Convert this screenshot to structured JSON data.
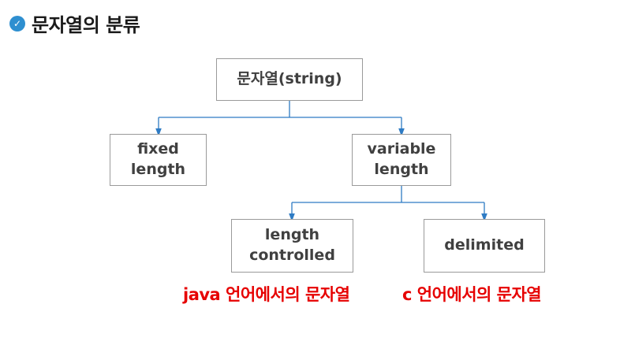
{
  "header": {
    "check_icon": "check-circle-icon",
    "title": "문자열의 분류"
  },
  "tree": {
    "root": "문자열(string)",
    "fixed_length": "fixed\nlength",
    "variable_length": "variable\nlength",
    "length_controlled": "length\ncontrolled",
    "delimited": "delimited"
  },
  "notes": {
    "java": "java 언어에서의 문자열",
    "c": "c 언어에서의 문자열"
  },
  "colors": {
    "connector": "#2e7bc4",
    "note": "#e60000",
    "check": "#2e8fd0"
  }
}
